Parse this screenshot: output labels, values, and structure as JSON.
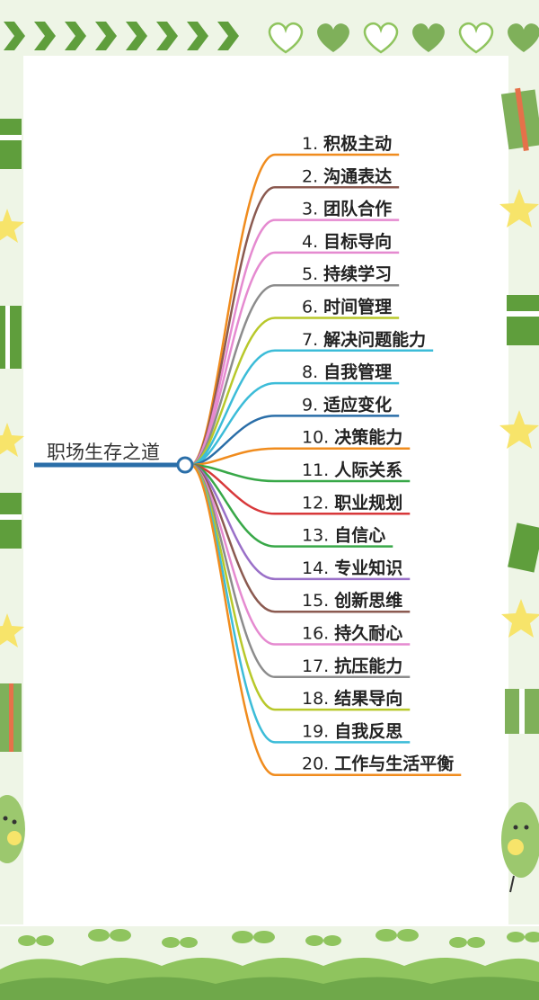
{
  "mindmap": {
    "root": "职场生存之道",
    "branches": [
      {
        "num": "1.",
        "label": "积极主动",
        "color": "#f08c1e"
      },
      {
        "num": "2.",
        "label": "沟通表达",
        "color": "#8b5a50"
      },
      {
        "num": "3.",
        "label": "团队合作",
        "color": "#e58ad0"
      },
      {
        "num": "4.",
        "label": "目标导向",
        "color": "#e58ad0"
      },
      {
        "num": "5.",
        "label": "持续学习",
        "color": "#8c8c8c"
      },
      {
        "num": "6.",
        "label": "时间管理",
        "color": "#b8c82a"
      },
      {
        "num": "7.",
        "label": "解决问题能力",
        "color": "#3cbcd8"
      },
      {
        "num": "8.",
        "label": "自我管理",
        "color": "#3cbcd8"
      },
      {
        "num": "9.",
        "label": "适应变化",
        "color": "#2a6ea8"
      },
      {
        "num": "10.",
        "label": "决策能力",
        "color": "#f08c1e"
      },
      {
        "num": "11.",
        "label": "人际关系",
        "color": "#38a848"
      },
      {
        "num": "12.",
        "label": "职业规划",
        "color": "#d8383a"
      },
      {
        "num": "13.",
        "label": "自信心",
        "color": "#38a848"
      },
      {
        "num": "14.",
        "label": "专业知识",
        "color": "#9a70c8"
      },
      {
        "num": "15.",
        "label": "创新思维",
        "color": "#8b5a50"
      },
      {
        "num": "16.",
        "label": "持久耐心",
        "color": "#e58ad0"
      },
      {
        "num": "17.",
        "label": "抗压能力",
        "color": "#8c8c8c"
      },
      {
        "num": "18.",
        "label": "结果导向",
        "color": "#b8c82a"
      },
      {
        "num": "19.",
        "label": "自我反思",
        "color": "#3cbcd8"
      },
      {
        "num": "20.",
        "label": "工作与生活平衡",
        "color": "#f08c1e"
      }
    ]
  },
  "colors": {
    "root_line": "#2a6ea8",
    "frame_green": "#5f9e3c",
    "light_green": "#8fc45e",
    "star": "#f7e46a"
  }
}
